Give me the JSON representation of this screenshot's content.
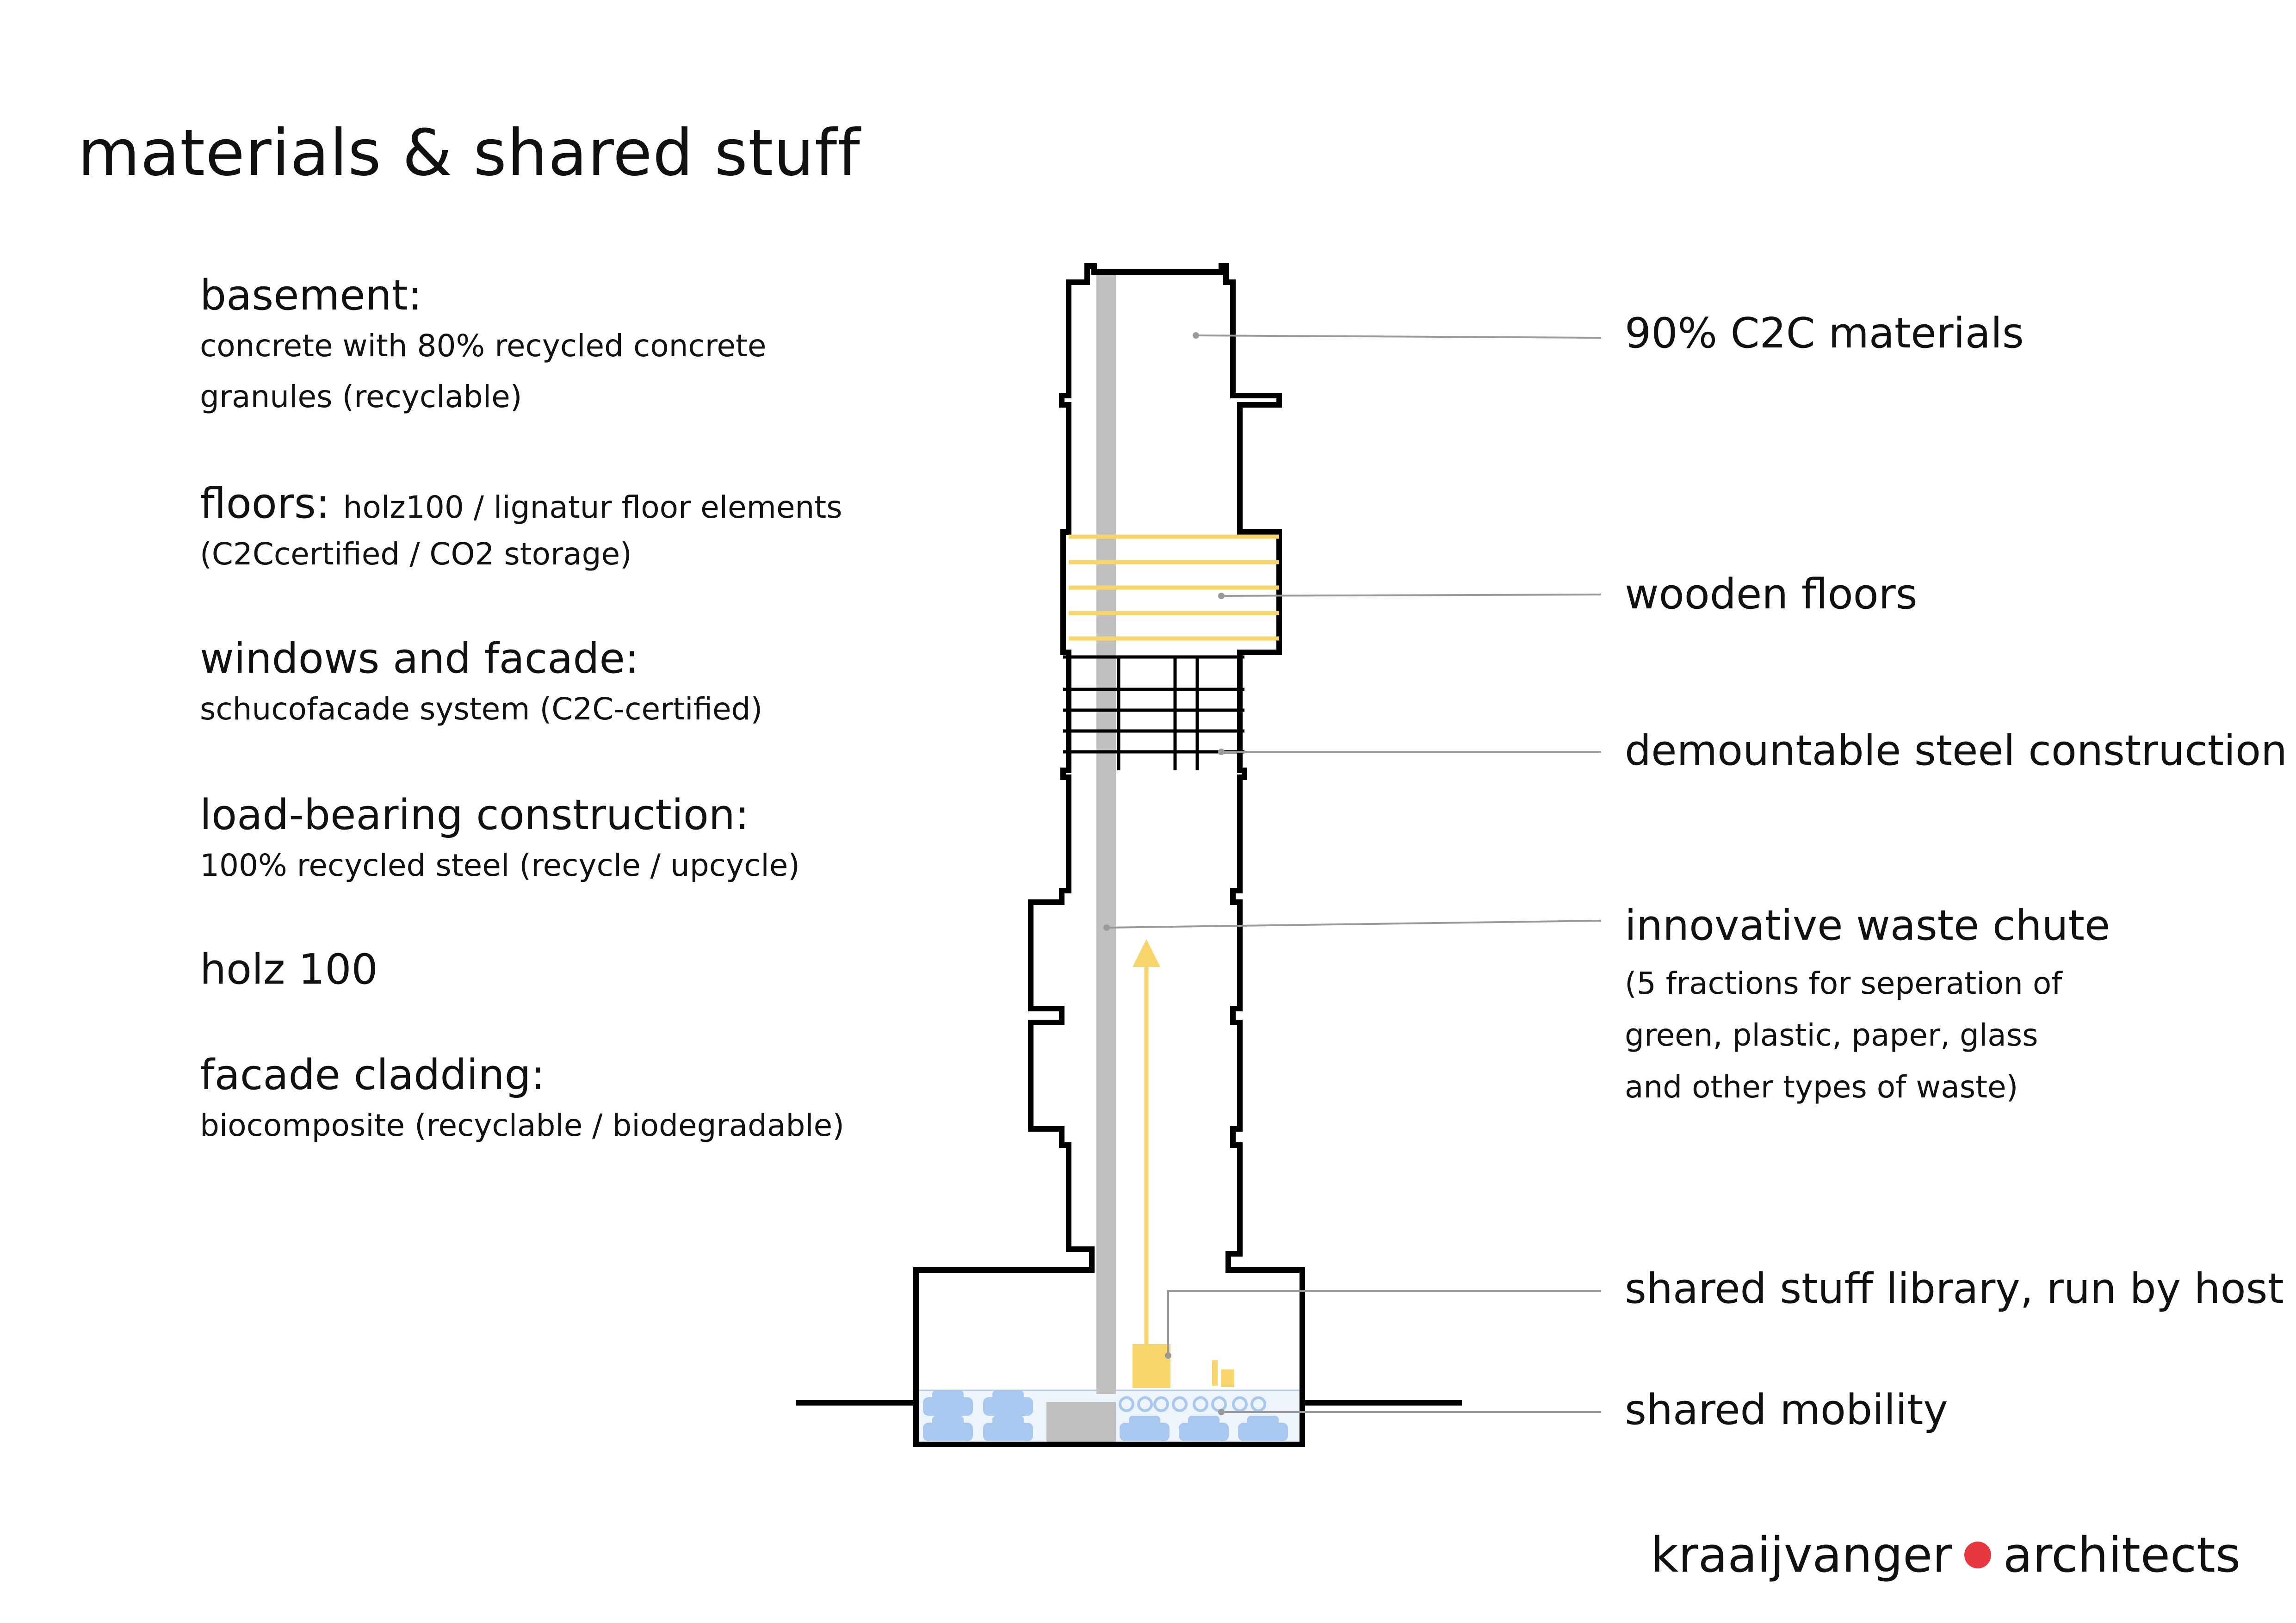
{
  "title": "materials & shared stuff",
  "materials": [
    {
      "heading": "basement:",
      "body": [
        "concrete with 80% recycled concrete",
        "granules (recyclable)"
      ]
    },
    {
      "heading": "floors:",
      "inline": "holz100 / lignatur floor elements",
      "body": [
        "(C2Ccertified / CO2 storage)"
      ]
    },
    {
      "heading": "windows and facade:",
      "body": [
        "schucofacade system (C2C-certified)"
      ]
    },
    {
      "heading": "load-bearing construction:",
      "body": [
        "100% recycled steel (recycle / upcycle)"
      ]
    },
    {
      "heading": "holz 100",
      "body": []
    },
    {
      "heading": "facade cladding:",
      "body": [
        "biocomposite (recyclable / biodegradable)"
      ]
    }
  ],
  "labels": {
    "c2c": "90% C2C materials",
    "wooden_floors": "wooden floors",
    "steel": "demountable steel construction",
    "waste_chute": "innovative waste chute",
    "waste_chute_sub": [
      "(5 fractions for seperation of",
      "green, plastic, paper, glass",
      "and other types of waste)"
    ],
    "library": "shared stuff library, run by host",
    "mobility": "shared mobility"
  },
  "brand": {
    "left": "kraaijvanger",
    "right": "architects",
    "dot_color": "#e8373f"
  },
  "colors": {
    "outline": "#000000",
    "shaft": "#c0c0c0",
    "wood": "#f7d56a",
    "mobility": "#a9c8ef",
    "leader": "#9a9a9a"
  }
}
